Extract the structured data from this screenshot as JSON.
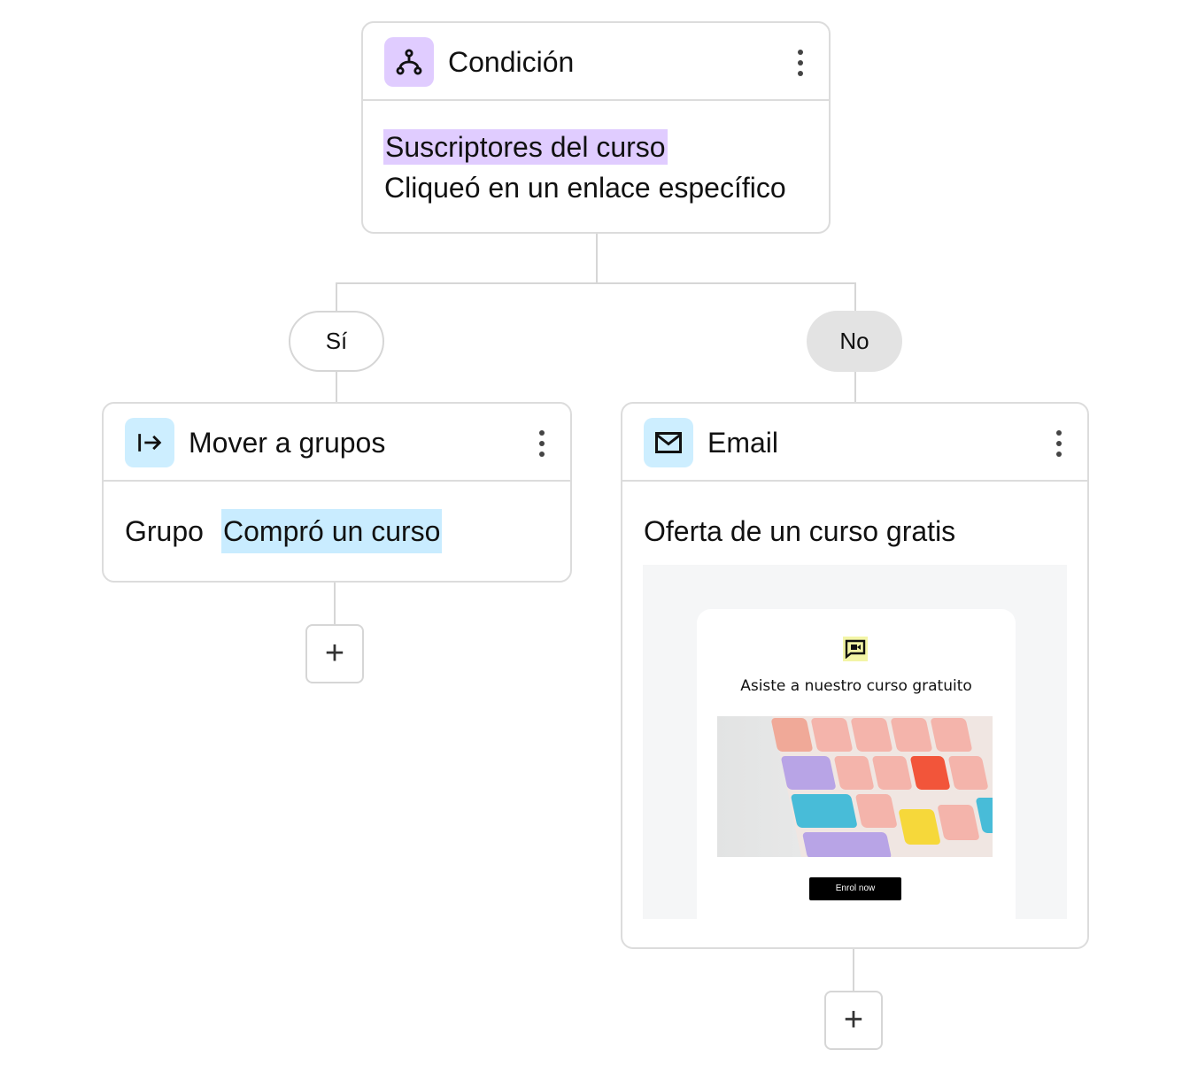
{
  "condition": {
    "title": "Condición",
    "line1": "Suscriptores del curso",
    "line2": "Cliqueó en un enlace específico",
    "icon": "branch-icon",
    "accent": "#e0ccff"
  },
  "branches": {
    "yes": "Sí",
    "no": "No"
  },
  "move": {
    "title": "Mover a grupos",
    "label": "Grupo",
    "group": "Compró un curso",
    "icon": "move-to-group-icon",
    "accent": "#cdeeff"
  },
  "email": {
    "title": "Email",
    "subject": "Oferta de un curso gratis",
    "icon": "mail-icon",
    "preview": {
      "heading": "Asiste a nuestro curso gratuito",
      "button": "Enrol now"
    }
  },
  "add_step": "+"
}
